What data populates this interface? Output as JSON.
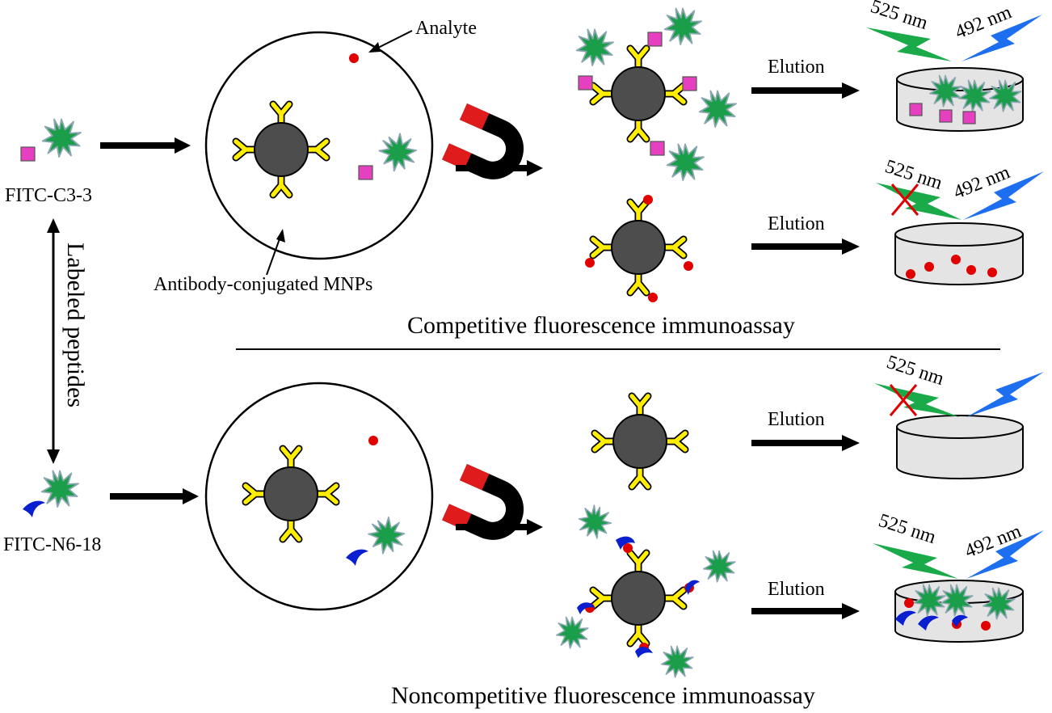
{
  "labels": {
    "peptide_1": "FITC-C3-3",
    "peptide_2": "FITC-N6-18",
    "labeled_peptides": "Labeled peptides",
    "analyte": "Analyte",
    "mnps": "Antibody-conjugated MNPs",
    "elution": "Elution",
    "wavelength_emission": "525 nm",
    "wavelength_excitation": "492 nm",
    "competitive_title": "Competitive fluorescence immunoassay",
    "noncompetitive_title": "Noncompetitive fluorescence immunoassay"
  },
  "colors": {
    "star": "#1a9e4a",
    "star_outline": "#8aa6b0",
    "square": "#e63fbf",
    "antibody": "#ffee00",
    "bead": "#4d4d4d",
    "analyte": "#e00000",
    "magnet_red": "#e01b1b",
    "magnet_black": "#000000",
    "blue_bolt": "#1e6ff0",
    "green_bolt": "#1aaa4a",
    "peptide_blue": "#0a1fd0",
    "dish": "#e4e4e4",
    "cross": "#e00000"
  },
  "icons": {
    "magnet": "magnet-icon",
    "star": "fitc-star-icon",
    "square": "peptide-square-icon",
    "bead": "mnp-bead-icon",
    "dish": "well-dish-icon"
  }
}
